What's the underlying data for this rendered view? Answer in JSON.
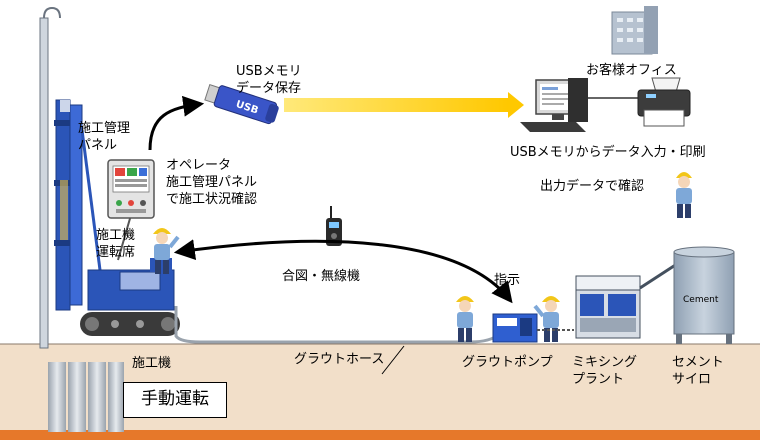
{
  "labels": {
    "usb_save": "USBメモリ\nデータ保存",
    "usb_brand": "USB",
    "client_office": "お客様オフィス",
    "usb_input_print": "USBメモリからデータ入力・印刷",
    "output_check": "出力データで確認",
    "panel": "施工管理\nパネル",
    "operator": "オペレータ\n施工管理パネル\nで施工状況確認",
    "operator_seat": "施工機\n運転席",
    "radio": "合図・無線機",
    "instruction": "指示",
    "grout_hose": "グラウトホース",
    "grout_pump": "グラウトポンプ",
    "mixing_plant": "ミキシング\nプラント",
    "cement_silo": "セメント\nサイロ",
    "silo_text": "Cement",
    "machine": "施工機",
    "manual_mode": "手動運転"
  },
  "colors": {
    "ground": "#f2dfc9",
    "ground_line": "#e6782a",
    "machine_blue": "#2b55b8",
    "usb_blue": "#3a55c8",
    "yellow_arrow": "#ffd400",
    "silo_gray": "#a9b7c6"
  }
}
